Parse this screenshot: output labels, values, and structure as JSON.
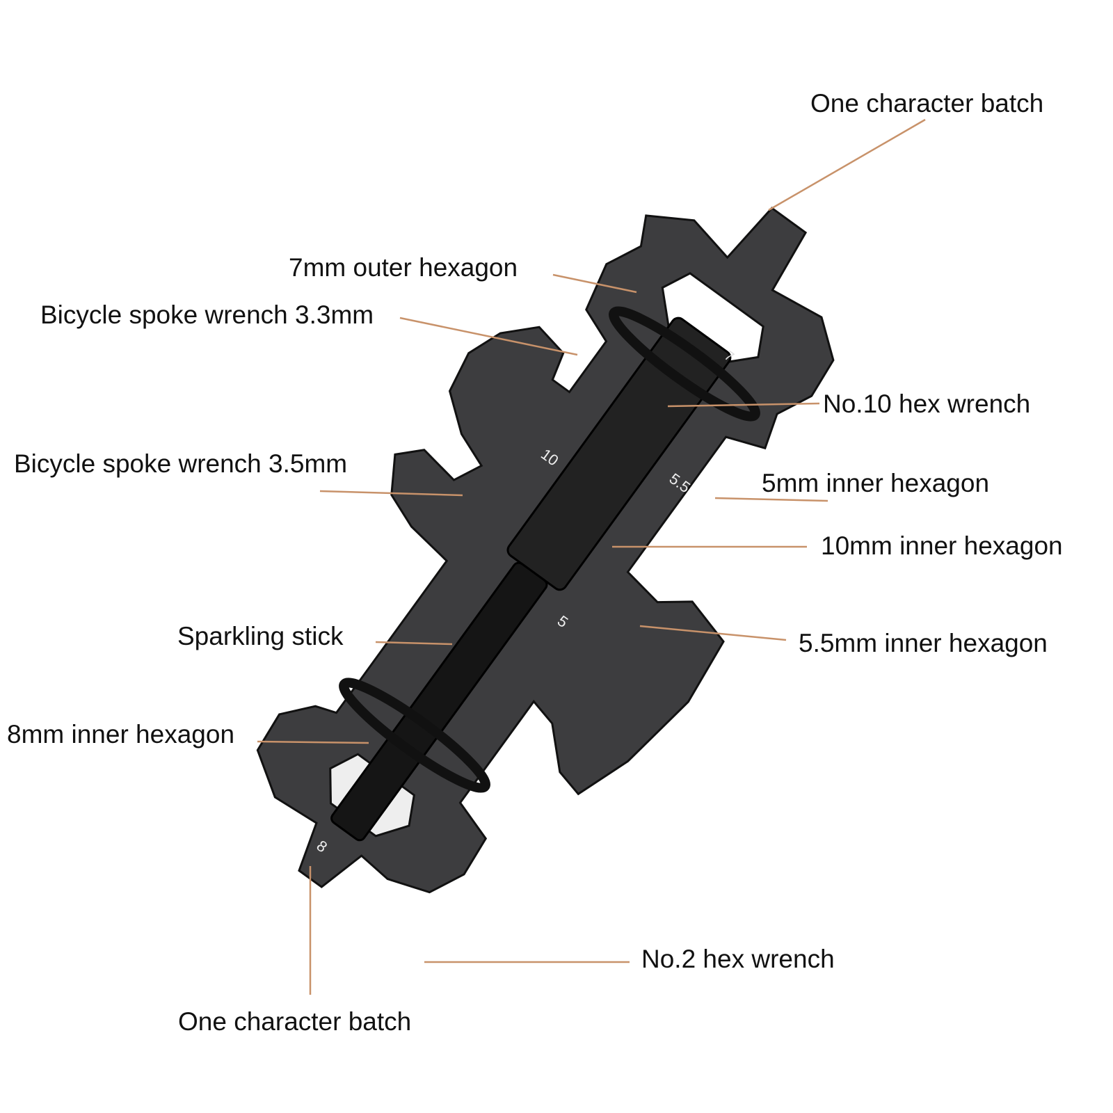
{
  "labels": {
    "top_batch": "One character batch",
    "outer_hex_7": "7mm outer hexagon",
    "spoke_33": "Bicycle spoke wrench 3.3mm",
    "no10_hex": "No.10 hex wrench",
    "spoke_35": "Bicycle spoke wrench 3.5mm",
    "inner_hex_5": "5mm inner hexagon",
    "inner_hex_10": "10mm inner hexagon",
    "sparkling": "Sparkling stick",
    "inner_hex_55": "5.5mm inner hexagon",
    "inner_hex_8": "8mm inner hexagon",
    "no2_hex": "No.2 hex wrench",
    "bottom_batch": "One character batch"
  },
  "engravings": {
    "n7": "7",
    "n10": "10",
    "n55": "5.5",
    "n5": "5",
    "n8": "8"
  },
  "colors": {
    "leader": "#c8926a",
    "tool": "#3a3a3a",
    "rod": "#1a1a1a"
  }
}
